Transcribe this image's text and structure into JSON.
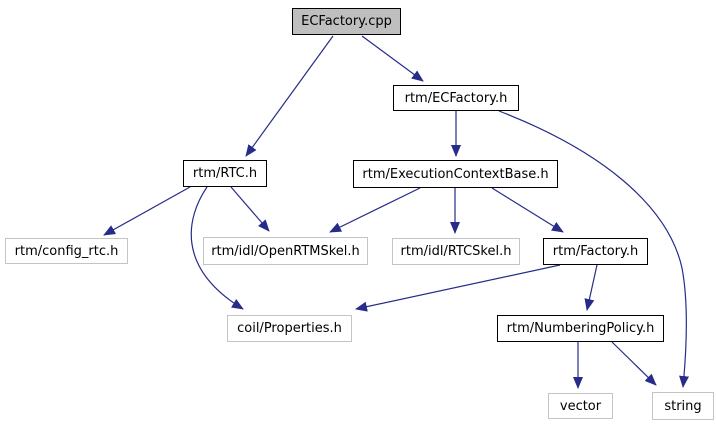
{
  "diagram": {
    "kind": "include-dependency-graph",
    "root": "ECFactory.cpp",
    "background": "#ffffff",
    "edge_color": "#262c88",
    "root_fill": "#bfbfbf",
    "linked_node_border": "#000000",
    "external_node_border": "#c4c4c4",
    "node_fill": "#ffffff",
    "text_color": "#000000"
  },
  "nodes": [
    {
      "id": "ecfactory-cpp",
      "label": "ECFactory.cpp",
      "style": "root"
    },
    {
      "id": "rtm-ecfactory-h",
      "label": "rtm/ECFactory.h",
      "style": "linked"
    },
    {
      "id": "rtm-rtc-h",
      "label": "rtm/RTC.h",
      "style": "linked"
    },
    {
      "id": "rtm-executioncontextbase-h",
      "label": "rtm/ExecutionContextBase.h",
      "style": "linked"
    },
    {
      "id": "rtm-config-rtc-h",
      "label": "rtm/config_rtc.h",
      "style": "external"
    },
    {
      "id": "rtm-idl-openrtmskel-h",
      "label": "rtm/idl/OpenRTMSkel.h",
      "style": "external"
    },
    {
      "id": "rtm-idl-rtcskel-h",
      "label": "rtm/idl/RTCSkel.h",
      "style": "external"
    },
    {
      "id": "rtm-factory-h",
      "label": "rtm/Factory.h",
      "style": "linked"
    },
    {
      "id": "coil-properties-h",
      "label": "coil/Properties.h",
      "style": "external"
    },
    {
      "id": "rtm-numberingpolicy-h",
      "label": "rtm/NumberingPolicy.h",
      "style": "linked"
    },
    {
      "id": "vector",
      "label": "vector",
      "style": "external"
    },
    {
      "id": "string",
      "label": "string",
      "style": "external"
    }
  ],
  "edges": [
    {
      "from": "ECFactory.cpp",
      "to": "rtm/RTC.h"
    },
    {
      "from": "ECFactory.cpp",
      "to": "rtm/ECFactory.h"
    },
    {
      "from": "rtm/ECFactory.h",
      "to": "rtm/ExecutionContextBase.h"
    },
    {
      "from": "rtm/ECFactory.h",
      "to": "string"
    },
    {
      "from": "rtm/RTC.h",
      "to": "rtm/config_rtc.h"
    },
    {
      "from": "rtm/RTC.h",
      "to": "rtm/idl/OpenRTMSkel.h"
    },
    {
      "from": "rtm/RTC.h",
      "to": "coil/Properties.h"
    },
    {
      "from": "rtm/ExecutionContextBase.h",
      "to": "rtm/idl/OpenRTMSkel.h"
    },
    {
      "from": "rtm/ExecutionContextBase.h",
      "to": "rtm/idl/RTCSkel.h"
    },
    {
      "from": "rtm/ExecutionContextBase.h",
      "to": "rtm/Factory.h"
    },
    {
      "from": "rtm/Factory.h",
      "to": "coil/Properties.h"
    },
    {
      "from": "rtm/Factory.h",
      "to": "rtm/NumberingPolicy.h"
    },
    {
      "from": "rtm/NumberingPolicy.h",
      "to": "vector"
    },
    {
      "from": "rtm/NumberingPolicy.h",
      "to": "string"
    }
  ]
}
